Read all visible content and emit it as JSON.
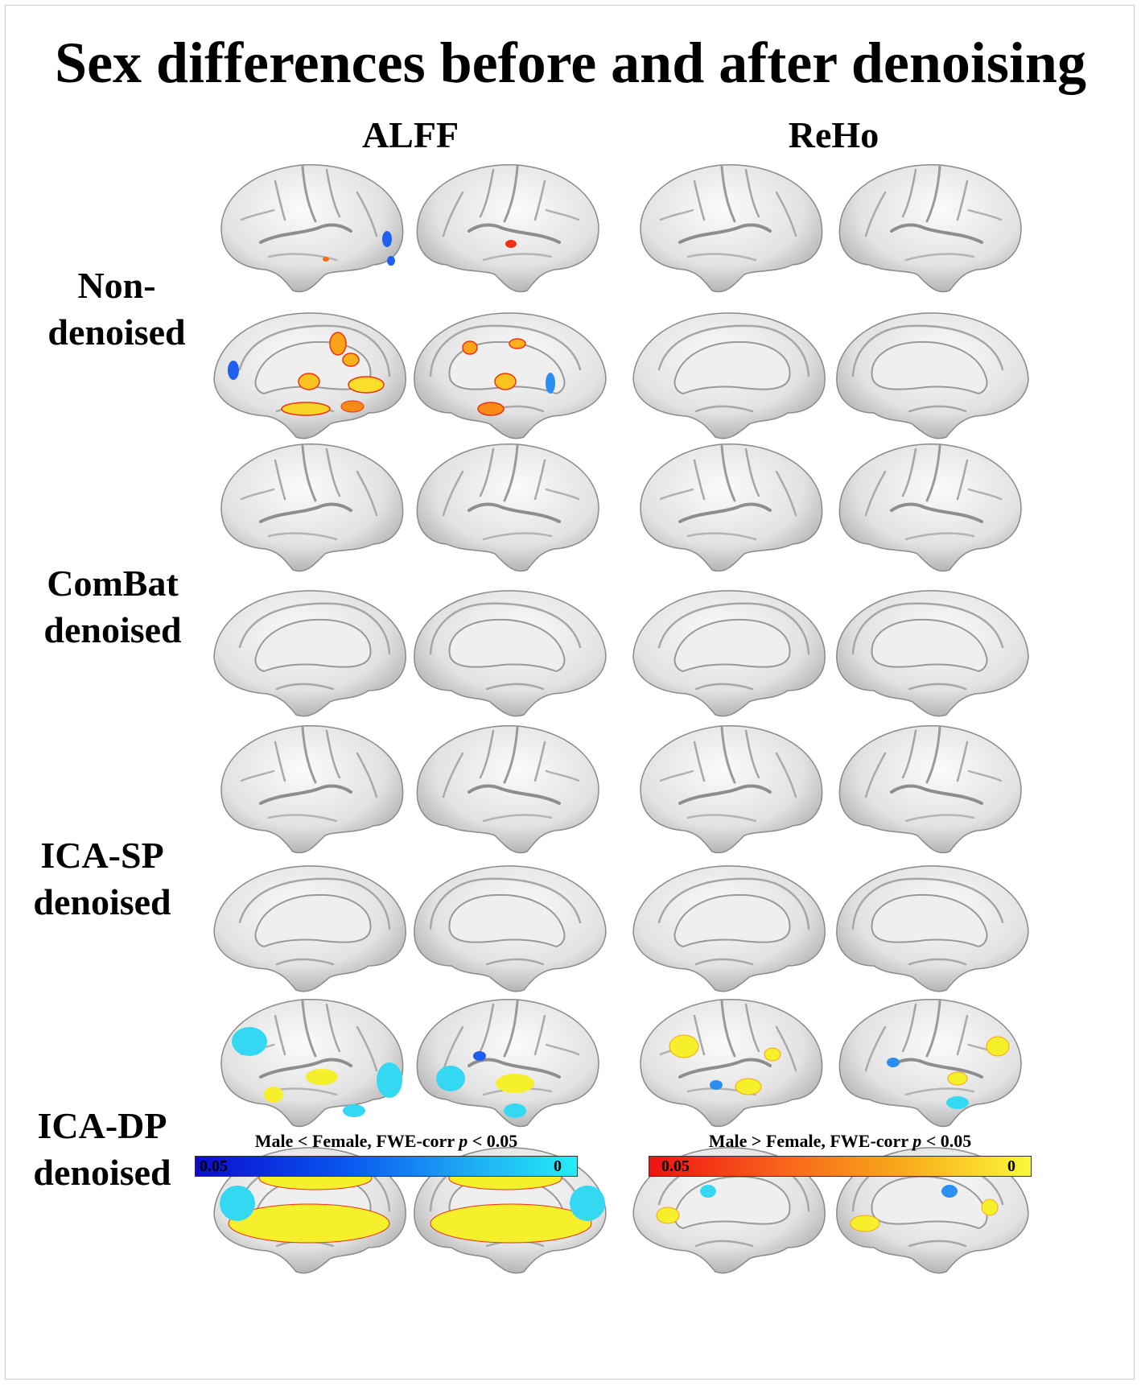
{
  "title": "Sex differences before and after denoising",
  "columns": [
    "ALFF",
    "ReHo"
  ],
  "rows": [
    {
      "label_line1": "Non-",
      "label_line2": "denoised"
    },
    {
      "label_line1": "ComBat",
      "label_line2": "denoised"
    },
    {
      "label_line1": "ICA-SP",
      "label_line2": "denoised"
    },
    {
      "label_line1": "ICA-DP",
      "label_line2": "denoised"
    }
  ],
  "colorbars": {
    "male_lt_female": {
      "label_pre": "Male < Female, FWE-corr ",
      "label_p": "p",
      "label_post": " < 0.05",
      "min_label": "0.05",
      "max_label": "0",
      "colors": [
        "#0c0ccf",
        "#0a57f0",
        "#1fb3f5",
        "#25ecf6"
      ]
    },
    "male_gt_female": {
      "label_pre": "Male > Female, FWE-corr ",
      "label_p": "p",
      "label_post": " < 0.05",
      "min_label": "0.05",
      "max_label": "0",
      "colors": [
        "#ee1212",
        "#f8631b",
        "#f9b21c",
        "#f9f83a"
      ]
    }
  },
  "icons": {
    "brain_surface": "brain-surface-icon"
  }
}
